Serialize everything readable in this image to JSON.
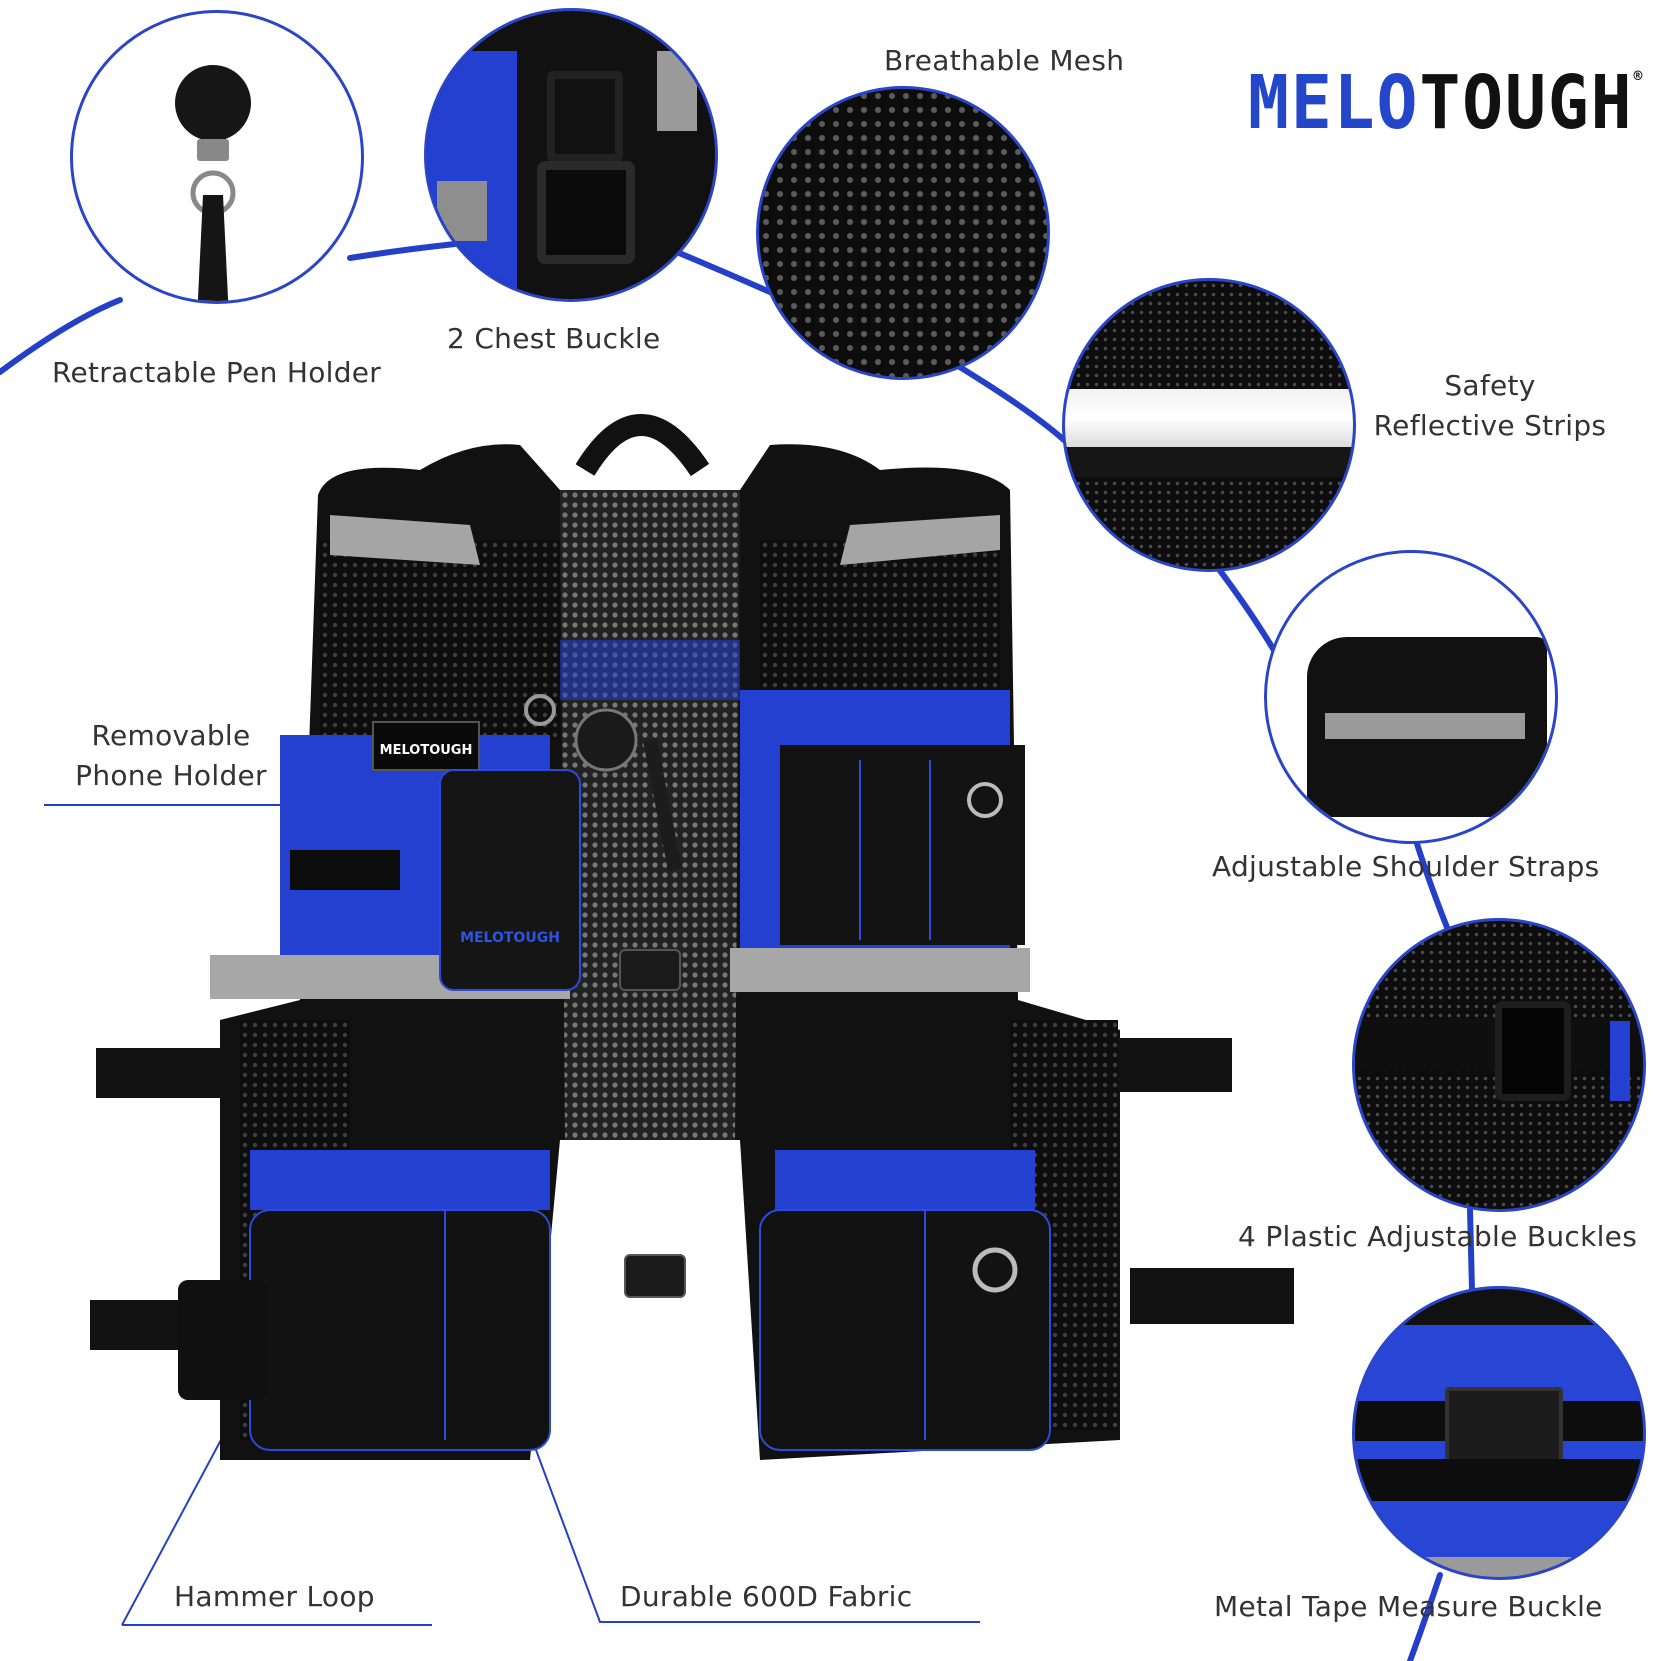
{
  "brand": {
    "logo_melo": "MELO",
    "logo_tough": "TOUGH",
    "registered": "®",
    "colors": {
      "accent": "#2347c8",
      "dark": "#111111",
      "reflective": "#9a9a9a"
    }
  },
  "features": {
    "pen_holder": "Retractable Pen Holder",
    "chest_buckle": "2 Chest Buckle",
    "mesh": "Breathable Mesh",
    "reflective_line1": "Safety",
    "reflective_line2": "Reflective Strips",
    "shoulder_straps": "Adjustable Shoulder Straps",
    "phone_holder_line1": "Removable",
    "phone_holder_line2": "Phone Holder",
    "plastic_buckles": "4 Plastic Adjustable Buckles",
    "hammer_loop": "Hammer Loop",
    "fabric": "Durable 600D Fabric",
    "tape_buckle": "Metal Tape Measure Buckle"
  },
  "vest_badges": {
    "chest_logo": "MELOTOUGH",
    "phone_logo": "MELOTOUGH"
  }
}
